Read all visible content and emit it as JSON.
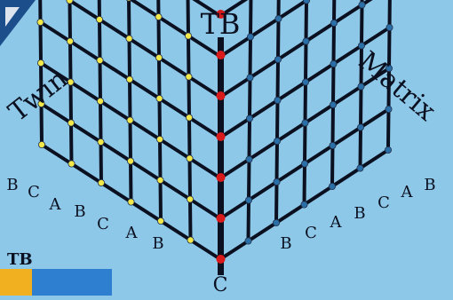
{
  "diagram": {
    "boundary_label": "TB",
    "left_label": "Twin",
    "right_label": "Matrix",
    "bottom_label": "C",
    "left_sequence": [
      "B",
      "C",
      "A",
      "B",
      "C",
      "A",
      "B"
    ],
    "right_sequence": [
      "B",
      "A",
      "C",
      "B",
      "A",
      "C",
      "B"
    ],
    "footer_label": "TB"
  },
  "colors": {
    "background": "#8ec8e8",
    "grid_line": "#0b1020",
    "twin_atom": "#f2e84a",
    "matrix_atom": "#2b6fa8",
    "boundary_atom": "#d81a1a",
    "corner_logo": "#1d4e8c",
    "footer_bar_gold": "#f0b020",
    "footer_bar_blue": "#2f7fd0"
  }
}
